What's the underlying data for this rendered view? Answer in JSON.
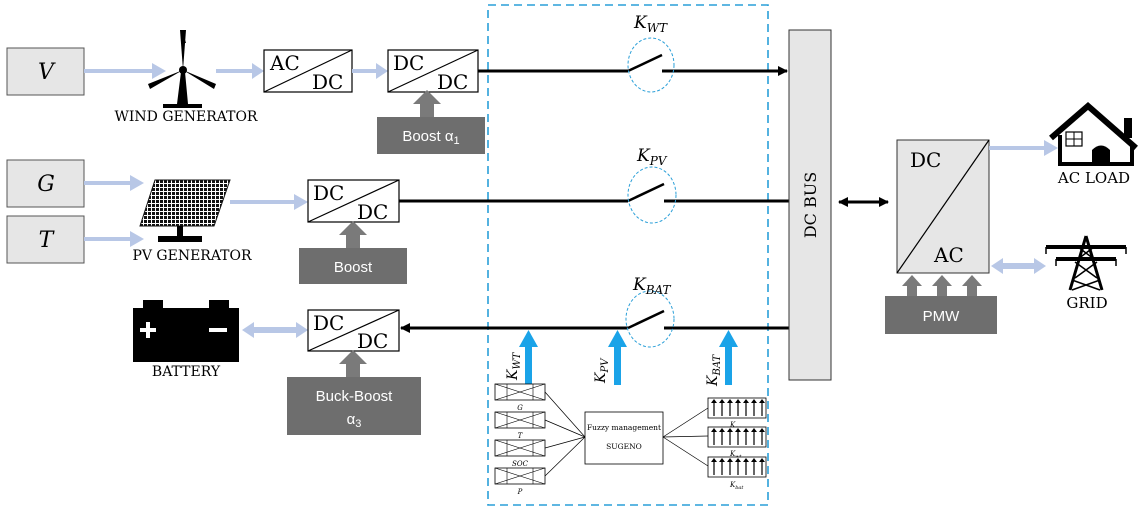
{
  "inputs": {
    "v": "V",
    "g": "G",
    "t": "T"
  },
  "labels": {
    "wind_generator": "WIND GENERATOR",
    "pv_generator": "PV GENERATOR",
    "battery": "BATTERY",
    "ac_load": "AC LOAD",
    "grid": "GRID",
    "dc_bus": "DC BUS"
  },
  "converters": {
    "ac": "AC",
    "dc": "DC"
  },
  "controls": {
    "boost_a1_base": "Boost α",
    "boost_a1_sub": "1",
    "boost": "Boost",
    "buck_boost_line1": "Buck-Boost",
    "buck_boost_alpha": "α",
    "buck_boost_sub": "3",
    "pmw": "PMW"
  },
  "switches": {
    "k": "K",
    "wt_sub": "WT",
    "pv_sub": "PV",
    "bat_sub": "BAT"
  },
  "fuzzy": {
    "title": "Fuzzy management",
    "method": "SUGENO",
    "inputs": [
      "G",
      "T",
      "SOC",
      "P"
    ],
    "outputs": [
      "K",
      "K",
      "K"
    ],
    "output_subs": [
      "pv",
      "wt",
      "bat"
    ]
  },
  "colors": {
    "panel_gray": "#e6e6e6",
    "control_gray": "#6e6e6e",
    "arrow_light": "#b8c7e6",
    "arrow_blue": "#1aa3e8",
    "dashed_blue": "#2a9fd8"
  }
}
